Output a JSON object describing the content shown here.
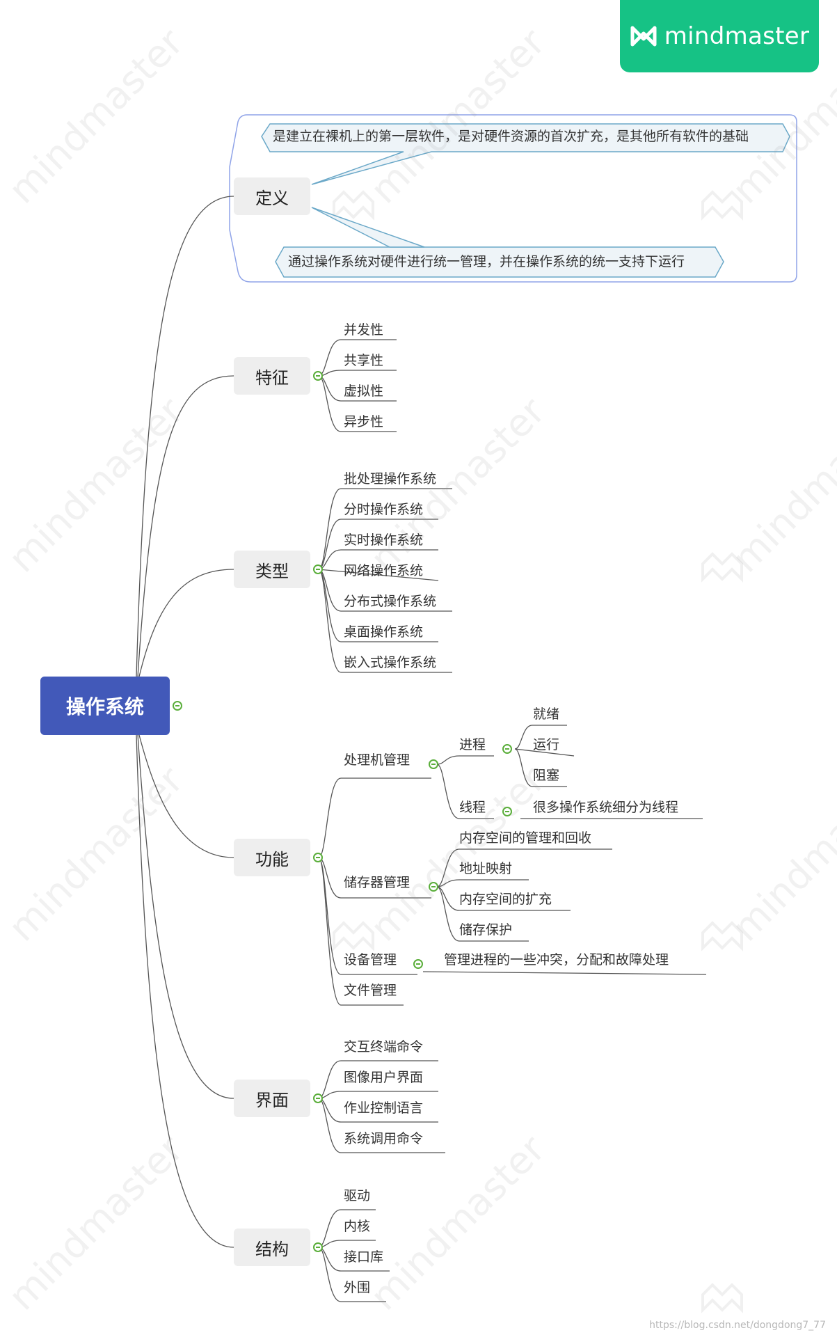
{
  "brand": {
    "logo_text": "mindmaster",
    "color": "#16c285"
  },
  "root": {
    "label": "操作系统",
    "color": "#4259b9"
  },
  "branches": {
    "definition": {
      "label": "定义",
      "notes": [
        "是建立在裸机上的第一层软件，是对硬件资源的首次扩充，是其他所有软件的基础",
        "通过操作系统对硬件进行统一管理，并在操作系统的统一支持下运行"
      ]
    },
    "features": {
      "label": "特征",
      "items": [
        "并发性",
        "共享性",
        "虚拟性",
        "异步性"
      ]
    },
    "types": {
      "label": "类型",
      "items": [
        "批处理操作系统",
        "分时操作系统",
        "实时操作系统",
        "网络操作系统",
        "分布式操作系统",
        "桌面操作系统",
        "嵌入式操作系统"
      ]
    },
    "functions": {
      "label": "功能",
      "processor": {
        "label": "处理机管理",
        "process": {
          "label": "进程",
          "states": [
            "就绪",
            "运行",
            "阻塞"
          ]
        },
        "thread": {
          "label": "线程",
          "note": "很多操作系统细分为线程"
        }
      },
      "memory": {
        "label": "储存器管理",
        "items": [
          "内存空间的管理和回收",
          "地址映射",
          "内存空间的扩充",
          "储存保护"
        ]
      },
      "device": {
        "label": "设备管理",
        "note": "管理进程的一些冲突，分配和故障处理"
      },
      "file": {
        "label": "文件管理"
      }
    },
    "interface": {
      "label": "界面",
      "items": [
        "交互终端命令",
        "图像用户界面",
        "作业控制语言",
        "系统调用命令"
      ]
    },
    "structure": {
      "label": "结构",
      "items": [
        "驱动",
        "内核",
        "接口库",
        "外围"
      ]
    }
  },
  "watermark_text": "mindmaster",
  "footer_text": "https://blog.csdn.net/dongdong7_77",
  "colors": {
    "line": "#555555",
    "toggle": "#5aae3a",
    "callout_border": "#6aa8c8",
    "callout_fill": "#eef4f8",
    "group_border": "#8fa3e8"
  }
}
